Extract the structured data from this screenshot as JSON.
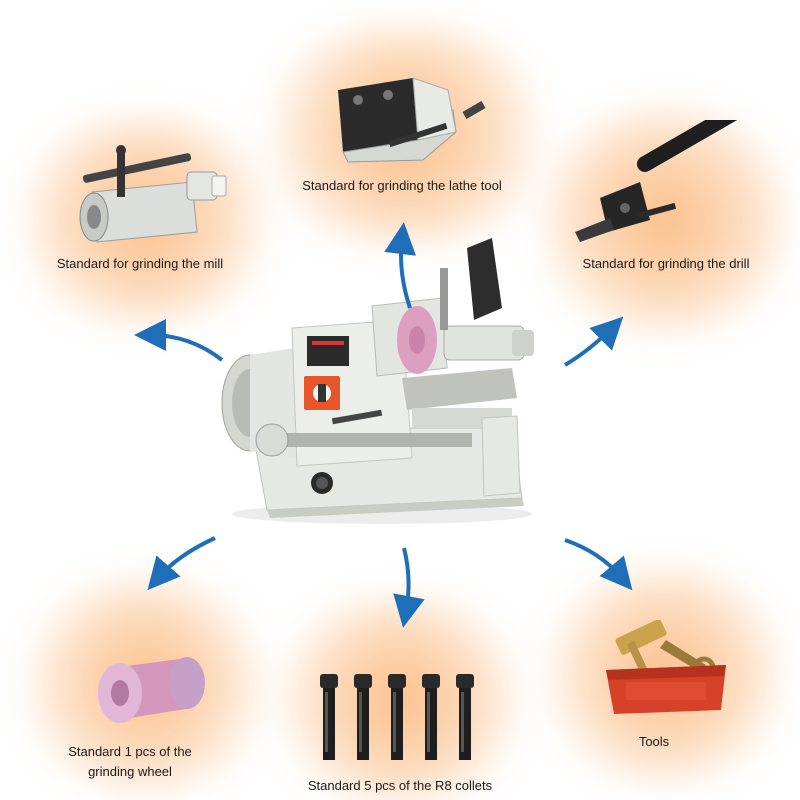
{
  "accessories": {
    "mill": {
      "label": "Standard for grinding the mill",
      "icon": "mill-attachment-icon"
    },
    "lathe_tool": {
      "label": "Standard for grinding the lathe tool",
      "icon": "lathe-tool-holder-icon"
    },
    "drill": {
      "label": "Standard for grinding the drill",
      "icon": "drill-attachment-icon"
    },
    "grinding_wheel": {
      "label_line1": "Standard 1 pcs of the",
      "label_line2": "grinding wheel",
      "icon": "grinding-wheel-icon"
    },
    "collets": {
      "label": "Standard 5 pcs of the R8 collets",
      "icon": "r8-collet-icon"
    },
    "tools": {
      "label": "Tools",
      "icon": "toolbox-icon"
    }
  },
  "machine": {
    "icon": "tool-grinder-machine-icon"
  },
  "colors": {
    "glow": "#fcc79a",
    "arrow": "#1e6fb8",
    "machine_body": "#e9ebe6",
    "grinding_wheel": "#dc9fc0",
    "toolbox": "#d6412a",
    "switch": "#e7552b"
  }
}
